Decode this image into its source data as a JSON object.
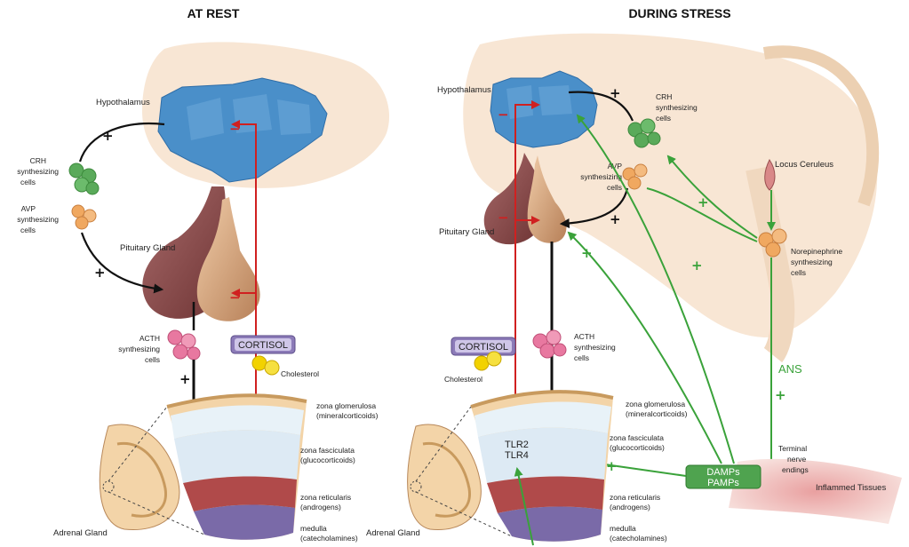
{
  "titles": {
    "rest": "AT REST",
    "stress": "DURING STRESS"
  },
  "labels": {
    "hypothalamus": "Hypothalamus",
    "pituitary": "Pituitary Gland",
    "crh_line1": "CRH",
    "crh_line2": "synthesizing",
    "crh_line3": "cells",
    "avp_line1": "AVP",
    "avp_line2": "synthesizing",
    "avp_line3": "cells",
    "acth_line1": "ACTH",
    "acth_line2": "synthesizing",
    "acth_line3": "cells",
    "cortisol": "CORTISOL",
    "cholesterol": "Cholesterol",
    "zg_line1": "zona glomerulosa",
    "zg_line2": "(mineralcorticoids)",
    "zf_line1": "zona fasciculata",
    "zf_line2": "(glucocorticoids)",
    "zr_line1": "zona reticularis",
    "zr_line2": "(androgens)",
    "med_line1": "medulla",
    "med_line2": "(catecholamines)",
    "adrenal": "Adrenal Gland",
    "locus": "Locus Ceruleus",
    "ne_line1": "Norepinephrine",
    "ne_line2": "synthesizing",
    "ne_line3": "cells",
    "ans": "ANS",
    "terminal_line1": "Terminal",
    "terminal_line2": "nerve",
    "terminal_line3": "endings",
    "inflamed": "Inflammed Tissues",
    "damps": "DAMPs",
    "pamps": "PAMPs",
    "tlr2": "TLR2",
    "tlr4": "TLR4"
  },
  "signs": {
    "plus": "+",
    "minus": "−"
  },
  "colors": {
    "hypothalamus": "#4a8fc9",
    "pituitary_front": "#8a4a4a",
    "pituitary_back": "#d7a77f",
    "crh_cells": "#5aaa5a",
    "avp_cells": "#f0a860",
    "acth_cells": "#e878a0",
    "cortisol_box": "#8c7bb8",
    "cholesterol": "#f2d200",
    "stimulation_arrow": "#3aa23a",
    "inhibition_arrow": "#d02020",
    "brain": "#f5dcc4",
    "damps_box": "#4fa34f"
  }
}
